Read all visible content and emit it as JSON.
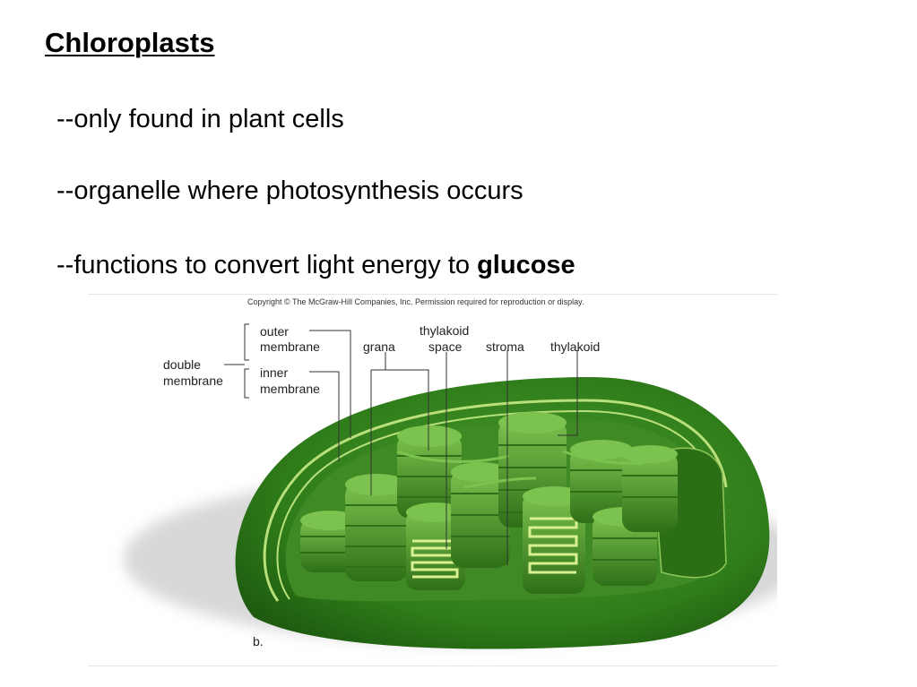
{
  "slide": {
    "title": "Chloroplasts",
    "bullets": [
      {
        "text": "--only found in plant cells"
      },
      {
        "text": "--organelle where photosynthesis occurs"
      },
      {
        "text": "--functions to convert light energy to ",
        "emphasis": "glucose"
      }
    ]
  },
  "figure": {
    "copyright": "Copyright © The McGraw-Hill Companies, Inc. Permission required for reproduction or display.",
    "panel_label": "b.",
    "labels": {
      "outer_membrane": [
        "outer",
        "membrane"
      ],
      "inner_membrane": [
        "inner",
        "membrane"
      ],
      "double_membrane": [
        "double",
        "membrane"
      ],
      "grana": "grana",
      "thylakoid_space": [
        "thylakoid",
        "space"
      ],
      "stroma": "stroma",
      "thylakoid": "thylakoid"
    },
    "colors": {
      "outer": "#2f7d1a",
      "inner": "#4c9a2b",
      "highlight": "#b9e07a",
      "stroma": "#3f8a24",
      "disc": "#5aa637",
      "disc_dark": "#2e6f17"
    }
  }
}
